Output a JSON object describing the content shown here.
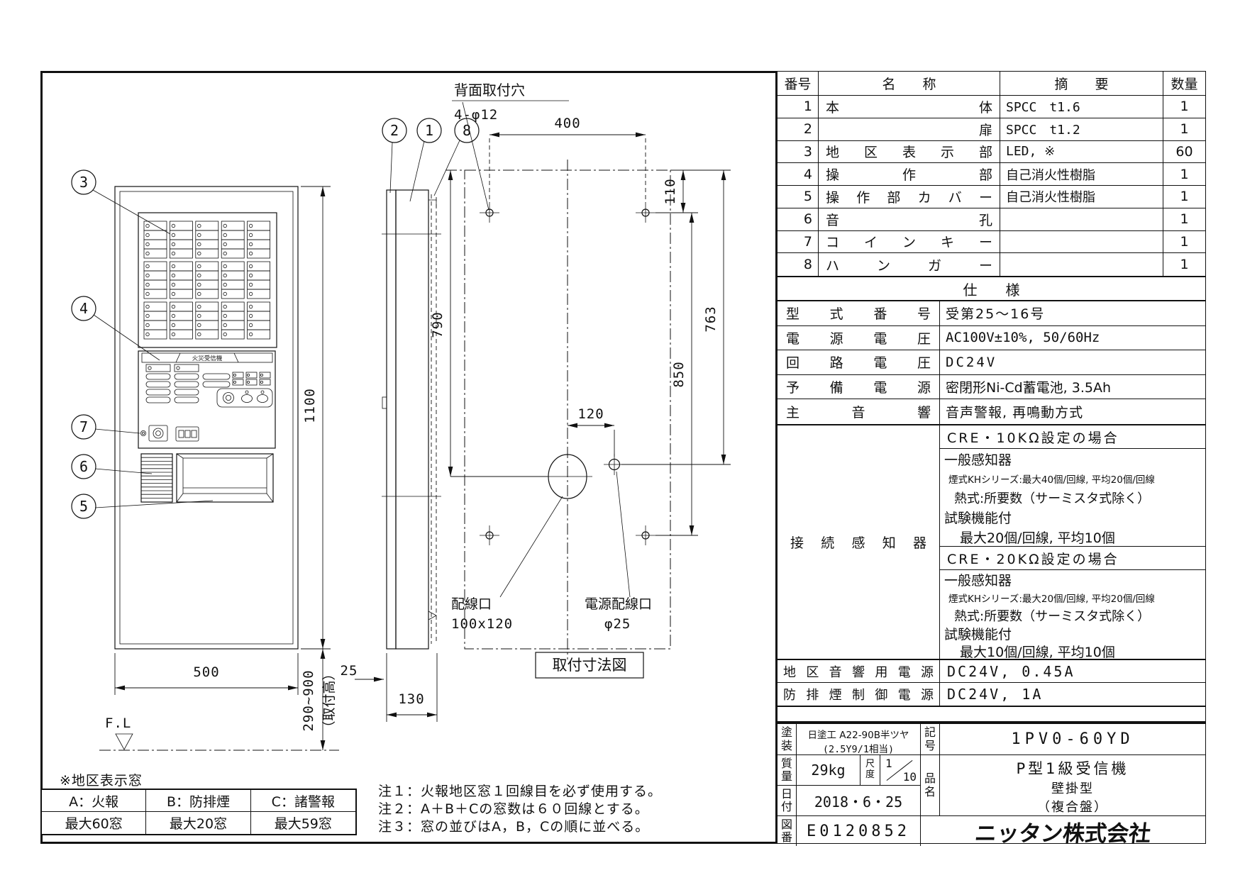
{
  "drawing": {
    "callouts": [
      "1",
      "2",
      "3",
      "4",
      "5",
      "6",
      "7",
      "8"
    ],
    "rear_hole_title": "背面取付穴",
    "rear_hole_spec": "4-φ12",
    "dim_400": "400",
    "dim_110": "110",
    "dim_790": "790",
    "dim_763": "763",
    "dim_850": "850",
    "dim_120": "120",
    "dim_1100": "1100",
    "dim_500": "500",
    "dim_130": "130",
    "dim_25": "25",
    "mount_range": "290~900",
    "mount_note": "（取付高）",
    "fl_label": "F.L",
    "wiring_label": "配線口",
    "wiring_size": "100x120",
    "power_wiring_label": "電源配線口",
    "power_wiring_size": "φ25",
    "mount_title": "取付寸法図",
    "panel_name": "火災受信機"
  },
  "parts_table": {
    "headers": [
      "番号",
      "名　　称",
      "摘　　要",
      "数量"
    ],
    "rows": [
      {
        "no": "1",
        "name": "本体",
        "spec": "SPCC　t1.6",
        "qty": "1"
      },
      {
        "no": "2",
        "name": "　扉　",
        "spec": "SPCC　t1.2",
        "qty": "1"
      },
      {
        "no": "3",
        "name": "地区表示部",
        "spec": "LED, ※",
        "qty": "60"
      },
      {
        "no": "4",
        "name": "操作部",
        "spec": "自己消火性樹脂",
        "qty": "1"
      },
      {
        "no": "5",
        "name": "操作部カバー",
        "spec": "自己消火性樹脂",
        "qty": "1"
      },
      {
        "no": "6",
        "name": "音孔",
        "spec": "",
        "qty": "1"
      },
      {
        "no": "7",
        "name": "コインキー",
        "spec": "",
        "qty": "1"
      },
      {
        "no": "8",
        "name": "ハンガー",
        "spec": "",
        "qty": "1"
      }
    ]
  },
  "spec_table": {
    "title": "仕　　様",
    "rows": [
      {
        "label": "型式番号",
        "value": "受第25～16号"
      },
      {
        "label": "電源電圧",
        "value": "AC100V±10%, 50/60Hz"
      },
      {
        "label": "回路電圧",
        "value": "DC24V"
      },
      {
        "label": "予備電源",
        "value": "密閉形Ni-Cd蓄電池, 3.5Ah"
      },
      {
        "label": "主音響",
        "value": "音声警報, 再鳴動方式"
      }
    ],
    "sensor": {
      "label": "接続感知器",
      "cases": [
        {
          "header": "CRE・10KΩ設定の場合",
          "line1": "一般感知器",
          "line2": "煙式KHシリーズ:最大40個/回線, 平均20個/回線",
          "line3": "熱式:所要数（サーミスタ式除く）",
          "line4": "試験機能付",
          "line5": "最大20個/回線, 平均10個"
        },
        {
          "header": "CRE・20KΩ設定の場合",
          "line1": "一般感知器",
          "line2": "煙式KHシリーズ:最大20個/回線, 平均20個/回線",
          "line3": "熱式:所要数（サーミスタ式除く）",
          "line4": "試験機能付",
          "line5": "最大10個/回線, 平均10個"
        }
      ]
    },
    "power_rows": [
      {
        "label": "地区音響用電源",
        "value": "DC24V, 0.45A"
      },
      {
        "label": "防排煙制御電源",
        "value": "DC24V, 1A"
      }
    ]
  },
  "title_block": {
    "paint_label": "塗装",
    "paint_line1": "日塗工 A22-90B半ツヤ",
    "paint_line2": "(2.5Y9/1相当)",
    "symbol_label": "記号",
    "symbol_value": "1PV0-60YD",
    "mass_label": "質量",
    "mass_value": "29kg",
    "scale_label": "尺度",
    "scale_num": "1",
    "scale_den": "10",
    "item_label": "品名",
    "item_line1": "P型1級受信機",
    "item_line2": "壁掛型",
    "item_line3": "（複合盤）",
    "date_label": "日付",
    "date_value": "2018・6・25",
    "dwgno_label": "図番",
    "dwgno_value": "E0120852",
    "company": "ニッタン株式会社"
  },
  "footnotes": {
    "window_note_title": "※地区表示窓",
    "window_table": {
      "types": [
        "A：火報",
        "B：防排煙",
        "C：諸警報"
      ],
      "maxes": [
        "最大60窓",
        "最大20窓",
        "最大59窓"
      ]
    },
    "notes": [
      "注１：火報地区窓１回線目を必ず使用する。",
      "注２：A＋B＋Cの窓数は６０回線とする。",
      "注３：窓の並びはA，B，Cの順に並べる。"
    ]
  }
}
